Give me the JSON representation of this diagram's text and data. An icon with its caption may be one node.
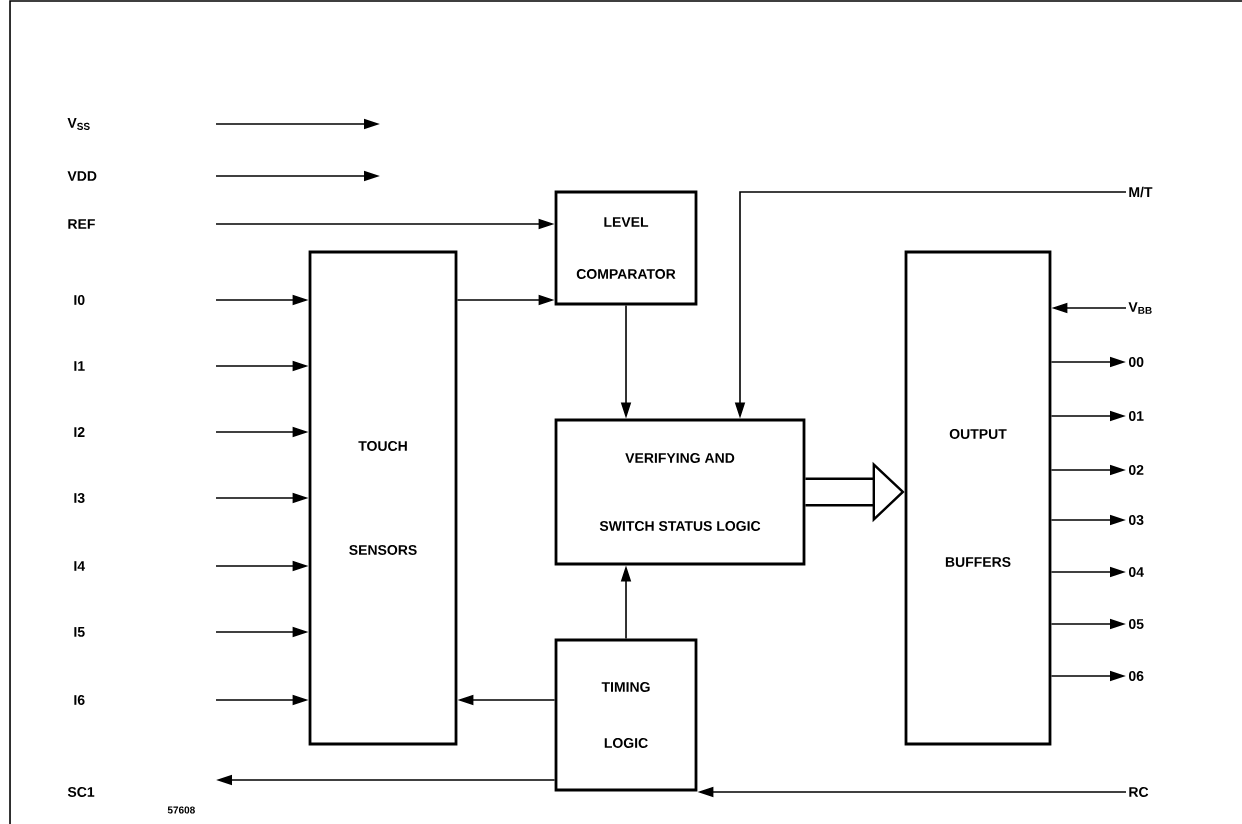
{
  "diagram": {
    "nodes": [
      {
        "text": [
          "LEVEL",
          "COMPARATOR"
        ]
      },
      {
        "text": [
          "TOUCH",
          "SENSORS"
        ]
      },
      {
        "text": [
          "VERIFYING AND",
          "SWITCH STATUS LOGIC"
        ]
      },
      {
        "text": [
          "OUTPUT",
          "BUFFERS"
        ]
      },
      {
        "text": [
          "TIMING",
          "LOGIC"
        ]
      },
      {
        "text": [
          "M/T"
        ]
      },
      {
        "text": [
          "V$_{BB}$"
        ]
      },
      {
        "text": [
          "00"
        ]
      },
      {
        "text": [
          "01"
        ]
      },
      {
        "text": [
          "02"
        ]
      },
      {
        "text": [
          "03"
        ]
      },
      {
        "text": [
          "04"
        ]
      },
      {
        "text": [
          "05"
        ]
      },
      {
        "text": [
          "06"
        ]
      },
      {
        "text": [
          "RC"
        ]
      }
    ],
    "edges": [
      {
        "from": null,
        "to": 0,
        "arrow": "to"
      },
      {
        "from": null,
        "to": 1,
        "arrow": "to"
      },
      {
        "from": null,
        "to": 1,
        "arrow": "to"
      },
      {
        "from": null,
        "to": 1,
        "arrow": "to"
      },
      {
        "from": null,
        "to": 1,
        "arrow": "to"
      },
      {
        "from": null,
        "to": 1,
        "arrow": "to"
      },
      {
        "from": null,
        "to": 1,
        "arrow": "to"
      },
      {
        "from": null,
        "to": 1,
        "arrow": "to"
      },
      {
        "from": 1,
        "to": 0,
        "arrow": "to"
      },
      {
        "from": 0,
        "to": 2,
        "arrow": "to"
      },
      {
        "from": 5,
        "to": 2,
        "arrow": "to"
      },
      {
        "from": 2,
        "to": 3,
        "arrow": "to",
        "style": "thick"
      },
      {
        "from": 4,
        "to": 2,
        "arrow": "to"
      },
      {
        "from": 4,
        "to": 1,
        "arrow": "to"
      },
      {
        "from": 4,
        "to": null,
        "arrow": "to"
      },
      {
        "from": 14,
        "to": 4,
        "arrow": "to"
      },
      {
        "from": 6,
        "to": 3,
        "arrow": "to"
      },
      {
        "from": 3,
        "to": 7,
        "arrow": "to"
      },
      {
        "from": 3,
        "to": 8,
        "arrow": "to"
      },
      {
        "from": 3,
        "to": 9,
        "arrow": "to"
      },
      {
        "from": 3,
        "to": 10,
        "arrow": "to"
      },
      {
        "from": 3,
        "to": 11,
        "arrow": "to"
      },
      {
        "from": 3,
        "to": 12,
        "arrow": "to"
      },
      {
        "from": 3,
        "to": 13,
        "arrow": "to"
      }
    ],
    "labels": [
      "V$_{SS}$",
      "VDD",
      "REF",
      "I0",
      "I1",
      "I2",
      "I3",
      "I4",
      "I5",
      "I6",
      "SC1",
      "57608"
    ]
  }
}
